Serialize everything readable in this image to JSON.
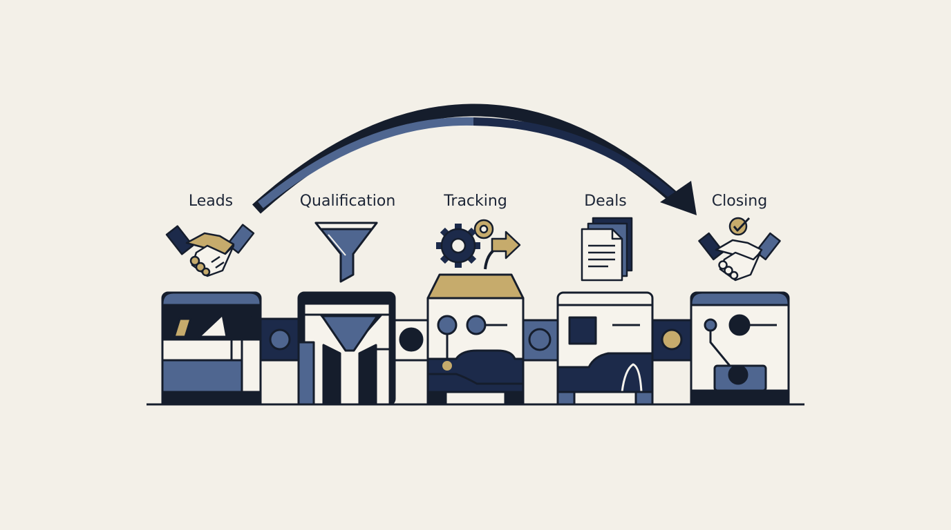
{
  "stages": [
    {
      "label": "Leads",
      "icon": "handshake-icon"
    },
    {
      "label": "Qualification",
      "icon": "funnel-icon"
    },
    {
      "label": "Tracking",
      "icon": "gears-arrow-icon"
    },
    {
      "label": "Deals",
      "icon": "documents-icon"
    },
    {
      "label": "Closing",
      "icon": "handshake-check-icon"
    }
  ],
  "colors": {
    "background": "#f3f0e8",
    "navy": "#1c2a4a",
    "slate": "#4f6690",
    "gold": "#c6ab6c",
    "cream": "#f6f3ec",
    "ink": "#151d2c"
  }
}
